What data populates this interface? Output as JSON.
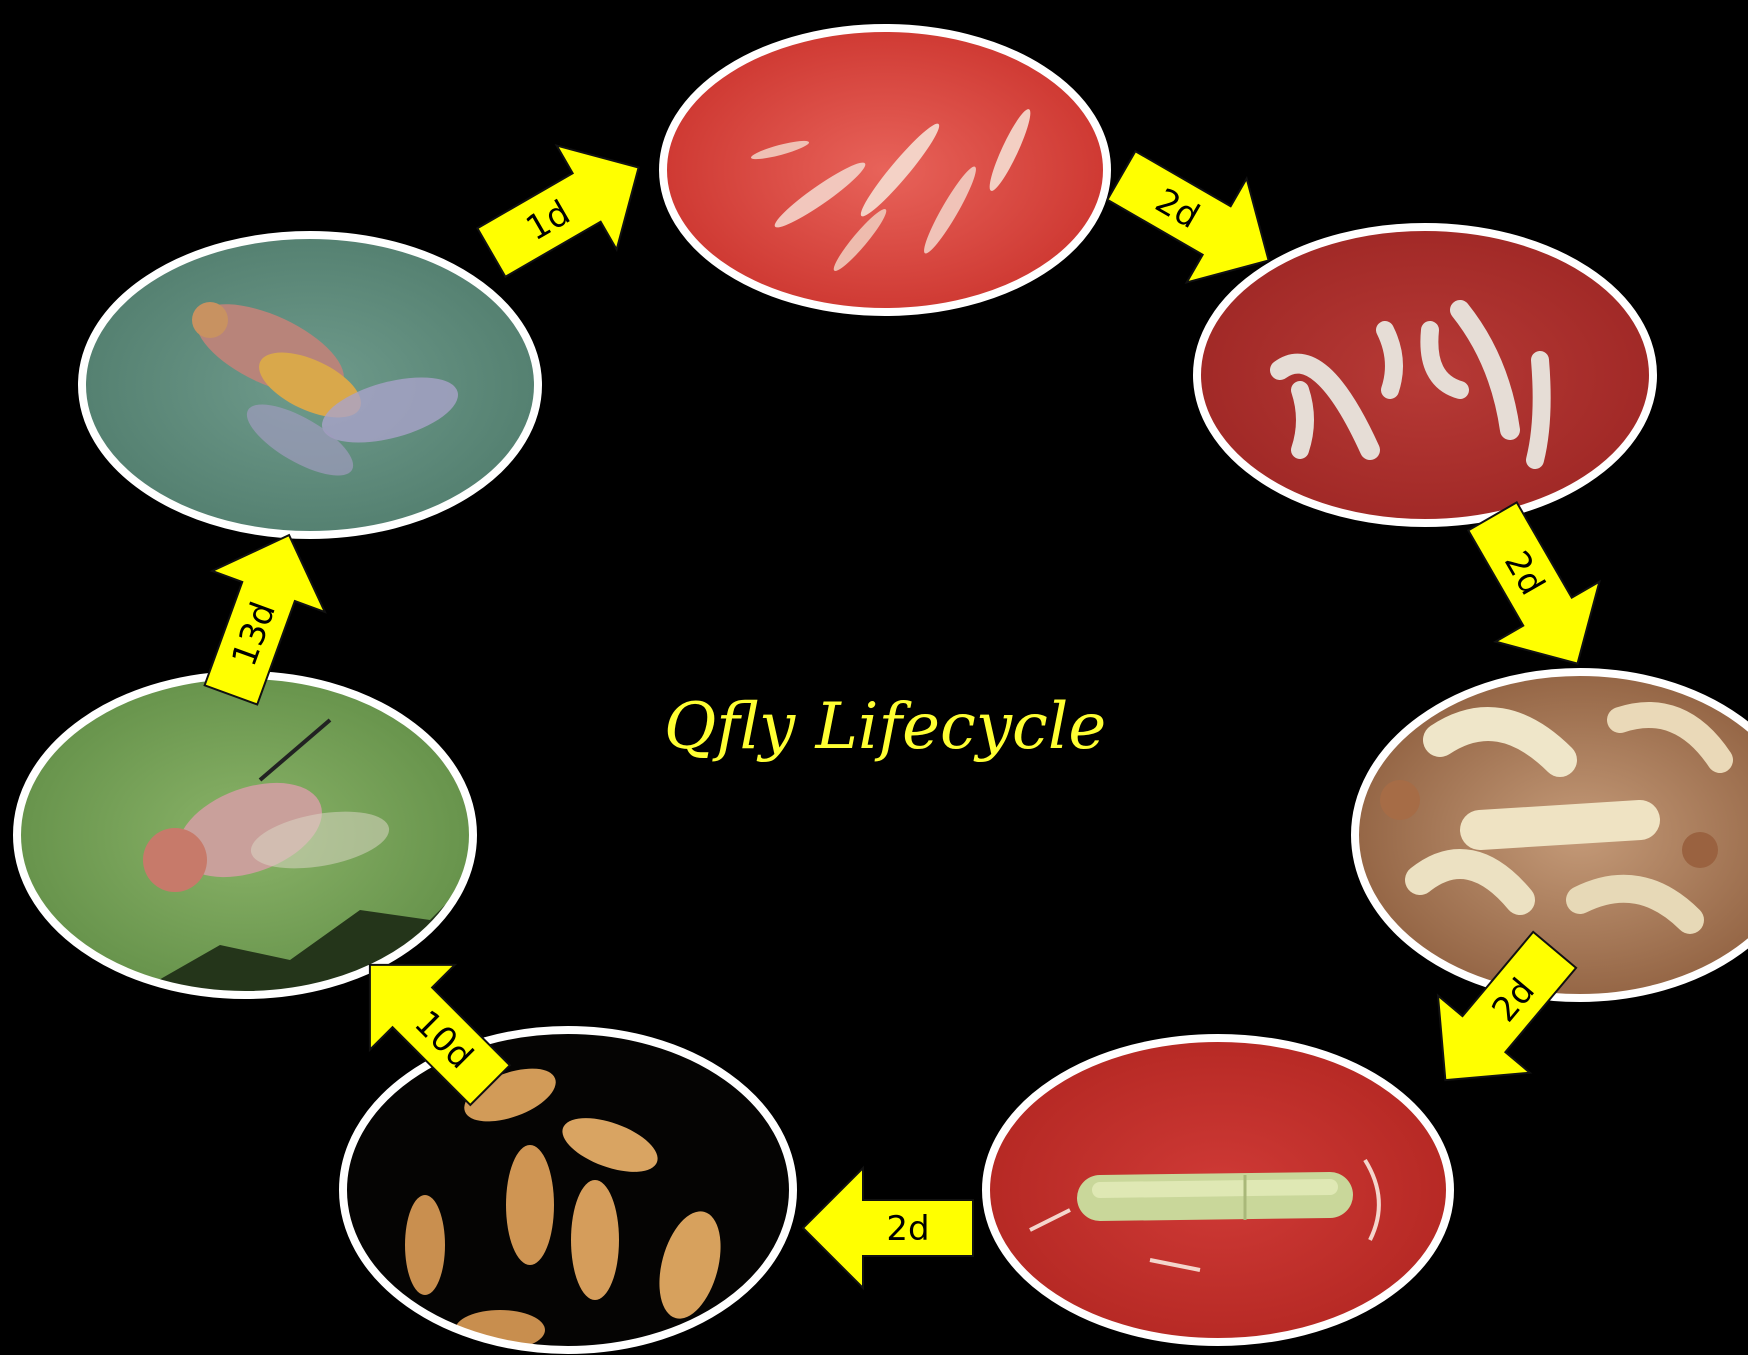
{
  "title": "Qfly Lifecycle",
  "colors": {
    "background": "#000000",
    "arrow_fill": "#ffff00",
    "title_text": "#ffff33",
    "frame": "#ffffff"
  },
  "stages": [
    {
      "icon": "eggs-in-fruit-photo"
    },
    {
      "icon": "young-larvae-photo"
    },
    {
      "icon": "larvae-in-fruit-photo"
    },
    {
      "icon": "mature-larva-photo"
    },
    {
      "icon": "pupae-photo"
    },
    {
      "icon": "emerging-adult-fly-photo"
    },
    {
      "icon": "adult-fly-photo"
    }
  ],
  "transitions": [
    {
      "label": "1d"
    },
    {
      "label": "2d"
    },
    {
      "label": "2d"
    },
    {
      "label": "2d"
    },
    {
      "label": "2d"
    },
    {
      "label": "10d"
    },
    {
      "label": "13d"
    }
  ]
}
